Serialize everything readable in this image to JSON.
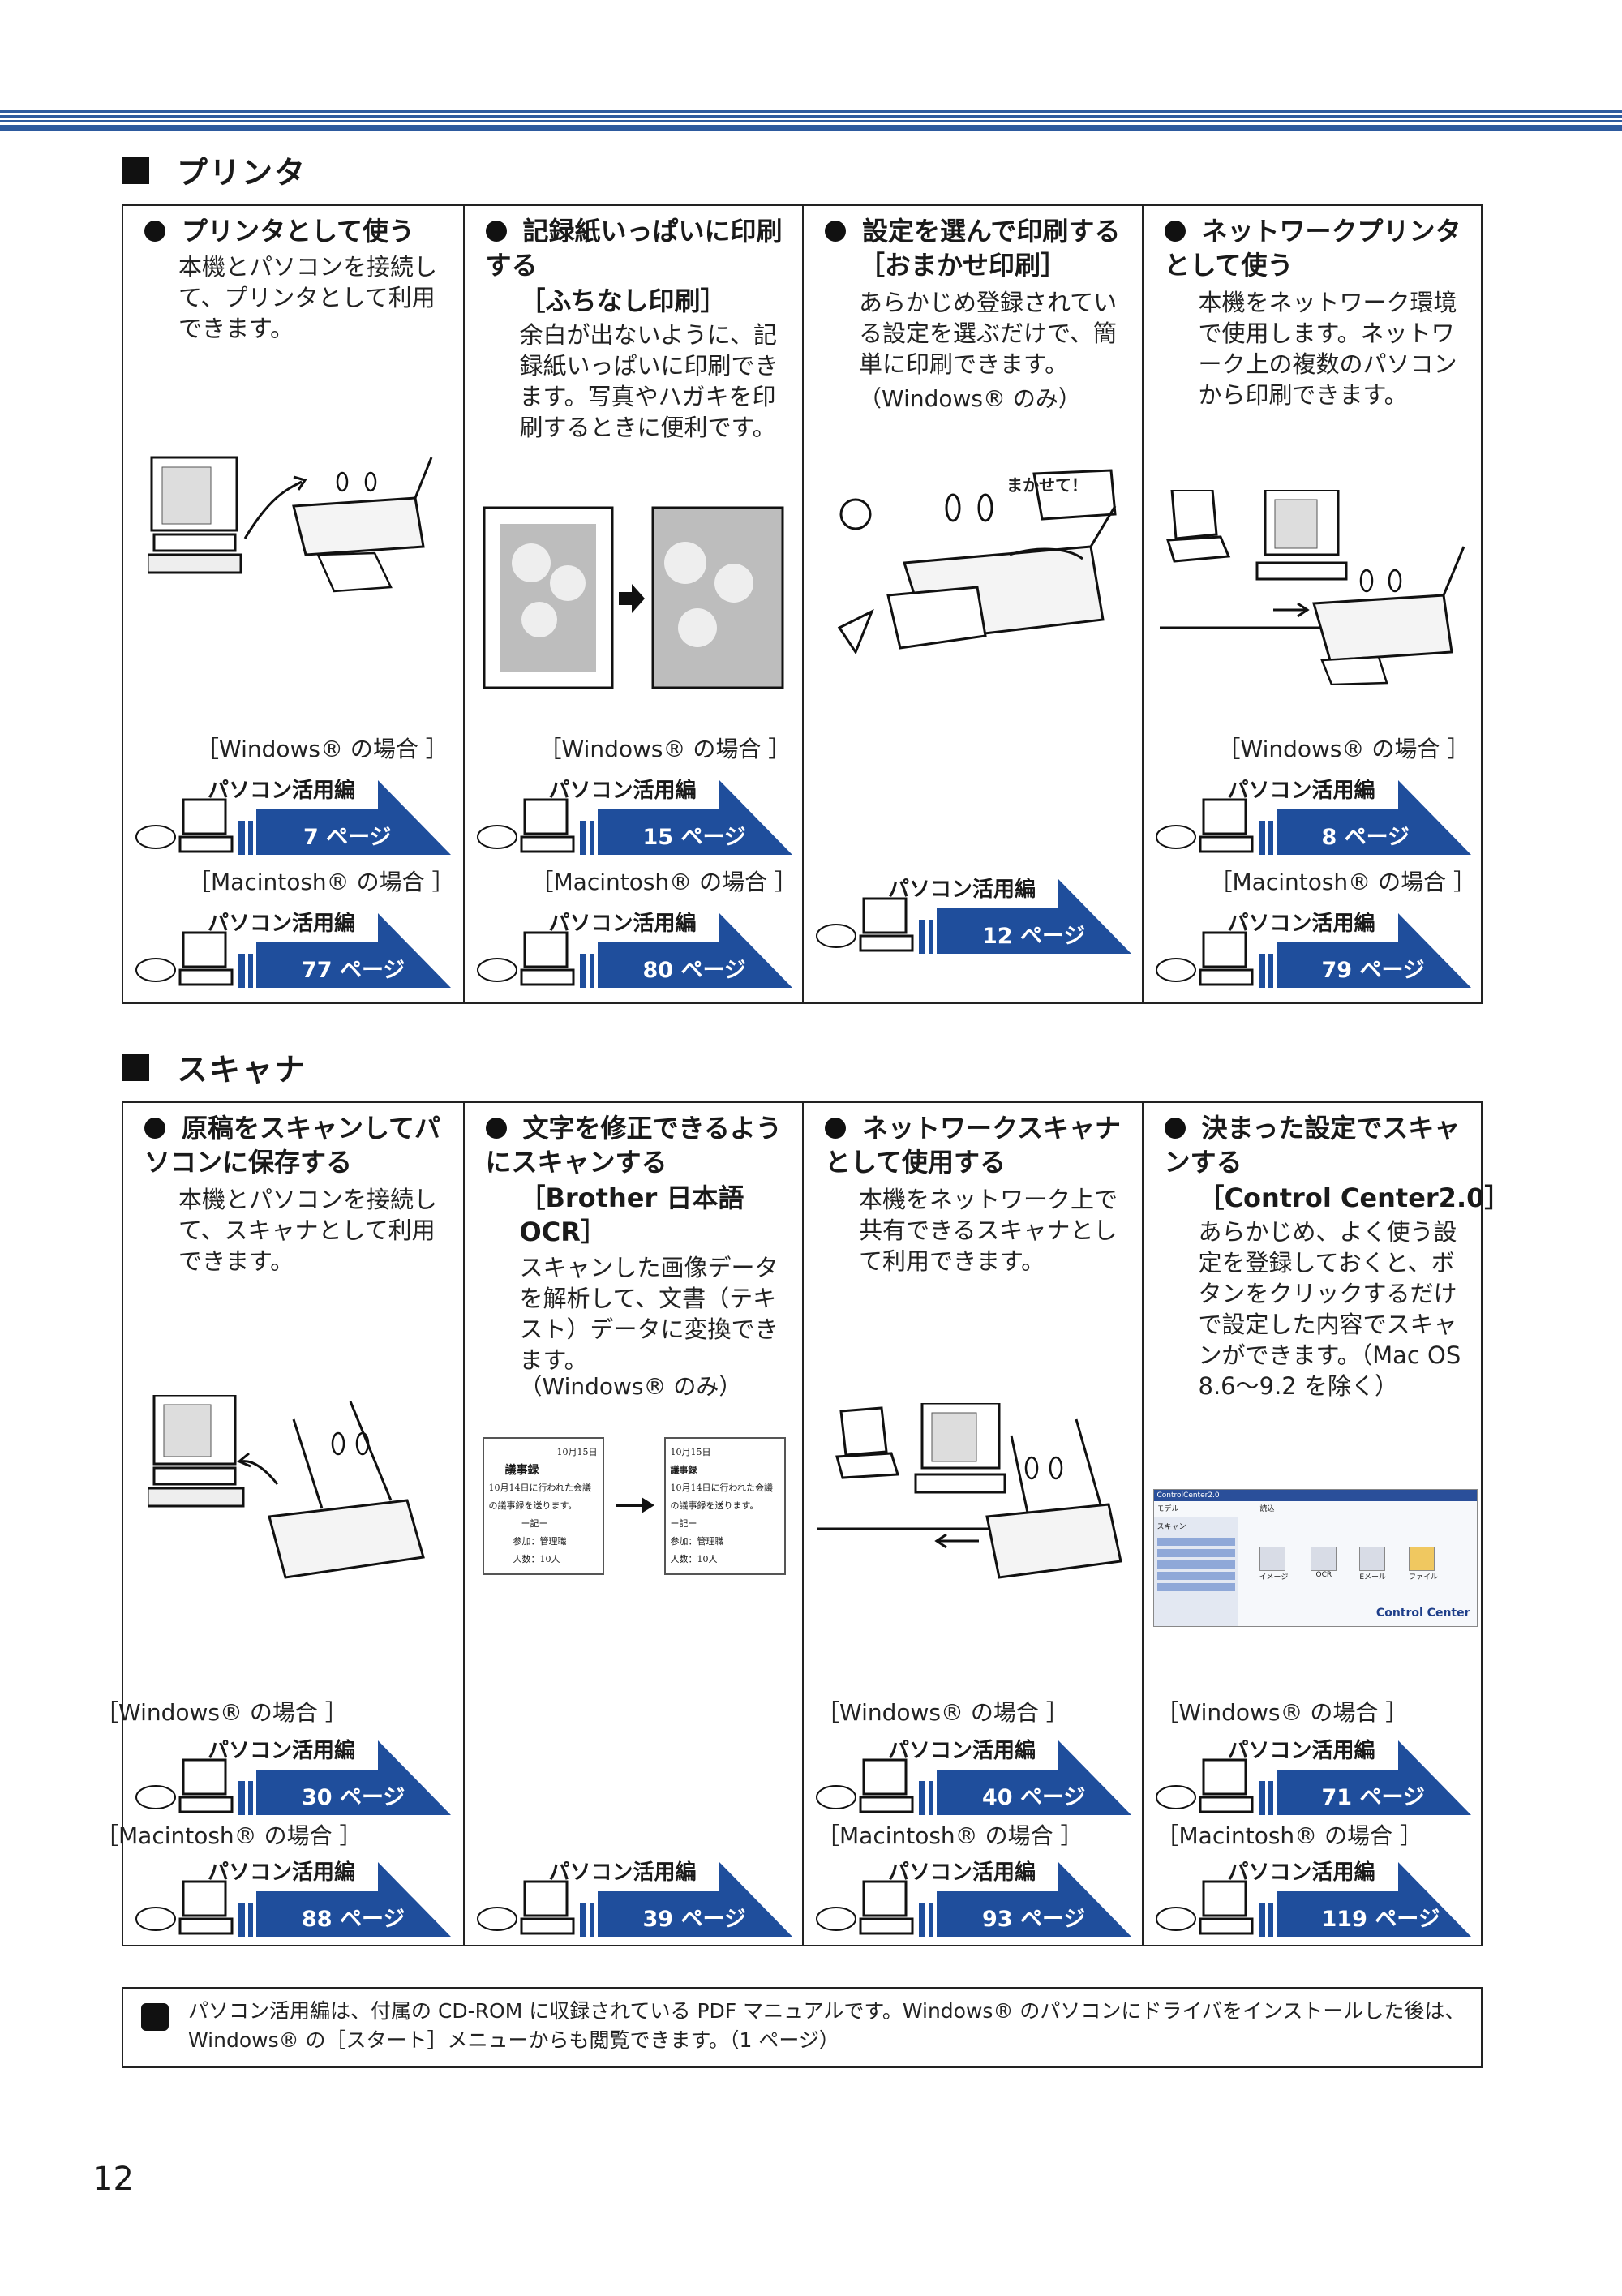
{
  "sections": {
    "printer_heading": "プリンタ",
    "scanner_heading": "スキャナ"
  },
  "printer": [
    {
      "title": "プリンタとして使う",
      "subtitle": "",
      "desc": "本機とパソコンを接続して、プリンタとして利用できます。",
      "note": "",
      "windows_label": "［Windows® の場合 ］",
      "windows_ref": {
        "manual": "パソコン活用編",
        "page": "7 ページ"
      },
      "mac_label": "［Macintosh® の場合 ］",
      "mac_ref": {
        "manual": "パソコン活用編",
        "page": "77 ページ"
      }
    },
    {
      "title": "記録紙いっぱいに印刷する",
      "subtitle": "［ふちなし印刷］",
      "desc": "余白が出ないように、記録紙いっぱいに印刷できます。写真やハガキを印刷するときに便利です。",
      "note": "",
      "windows_label": "［Windows® の場合 ］",
      "windows_ref": {
        "manual": "パソコン活用編",
        "page": "15 ページ"
      },
      "mac_label": "［Macintosh® の場合 ］",
      "mac_ref": {
        "manual": "パソコン活用編",
        "page": "80 ページ"
      }
    },
    {
      "title": "設定を選んで印刷する",
      "subtitle": "［おまかせ印刷］",
      "desc": "あらかじめ登録されている設定を選ぶだけで、簡単に印刷できます。",
      "note": "（Windows® のみ）",
      "bubble": "まかせて！",
      "single_ref": {
        "manual": "パソコン活用編",
        "page": "12 ページ"
      }
    },
    {
      "title": "ネットワークプリンタとして使う",
      "subtitle": "",
      "desc": "本機をネットワーク環境で使用します。ネットワーク上の複数のパソコンから印刷できます。",
      "note": "",
      "windows_label": "［Windows® の場合 ］",
      "windows_ref": {
        "manual": "パソコン活用編",
        "page": "8 ページ"
      },
      "mac_label": "［Macintosh® の場合 ］",
      "mac_ref": {
        "manual": "パソコン活用編",
        "page": "79 ページ"
      }
    }
  ],
  "scanner": [
    {
      "title": "原稿をスキャンしてパソコンに保存する",
      "subtitle": "",
      "desc": "本機とパソコンを接続して、スキャナとして利用できます。",
      "note": "",
      "windows_label": "［Windows® の場合 ］",
      "windows_ref": {
        "manual": "パソコン活用編",
        "page": "30 ページ"
      },
      "mac_label": "［Macintosh® の場合 ］",
      "mac_ref": {
        "manual": "パソコン活用編",
        "page": "88 ページ"
      }
    },
    {
      "title": "文字を修正できるようにスキャンする",
      "subtitle": "［Brother 日本語 OCR］",
      "desc": "スキャンした画像データを解析して、文書（テキスト）データに変換できます。",
      "note": "（Windows® のみ）",
      "doc": {
        "date": "10月15日",
        "heading": "議事録",
        "line1": "10月14日に行われた会議",
        "line2": "の議事録を送ります。",
        "line3": "ー記ー",
        "line4": "参加：管理職",
        "line5": "人数：10人"
      },
      "single_ref": {
        "manual": "パソコン活用編",
        "page": "39 ページ"
      }
    },
    {
      "title": "ネットワークスキャナとして使用する",
      "subtitle": "",
      "desc": "本機をネットワーク上で共有できるスキャナとして利用できます。",
      "note": "",
      "windows_label": "［Windows® の場合 ］",
      "windows_ref": {
        "manual": "パソコン活用編",
        "page": "40 ページ"
      },
      "mac_label": "［Macintosh® の場合 ］",
      "mac_ref": {
        "manual": "パソコン活用編",
        "page": "93 ページ"
      }
    },
    {
      "title": "決まった設定でスキャンする",
      "subtitle": "［Control Center2.0］",
      "desc": "あらかじめ、よく使う設定を登録しておくと、ボタンをクリックするだけで設定した内容でスキャンができます。（Mac OS 8.6～9.2 を除く）",
      "note": "",
      "cc": {
        "window_title": "ControlCenter2.0",
        "model_label": "モデル",
        "tab": "読込",
        "section": "スキャン",
        "buttons": [
          "イメージ",
          "OCR",
          "Eメール",
          "ファイル"
        ],
        "brand": "Control Center"
      },
      "windows_label": "［Windows® の場合 ］",
      "windows_ref": {
        "manual": "パソコン活用編",
        "page": "71 ページ"
      },
      "mac_label": "［Macintosh® の場合 ］",
      "mac_ref": {
        "manual": "パソコン活用編",
        "page": "119 ページ"
      }
    }
  ],
  "tip_text": "パソコン活用編は、付属の CD-ROM に収録されている PDF マニュアルです。Windows® のパソコンにドライバをインストールした後は、Windows® の［スタート］メニューからも閲覧できます。（1 ページ）",
  "page_number": "12",
  "colors": {
    "accent": "#2d5a9e",
    "arrow": "#1f4e9c"
  }
}
